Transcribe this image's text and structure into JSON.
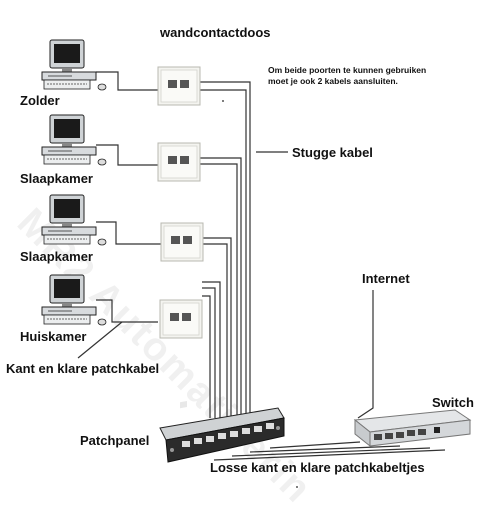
{
  "labels": {
    "wandcontactdoos": "wandcontactdoos",
    "note_line1": "Om beide poorten te kunnen gebruiken",
    "note_line2": "moet je ook 2 kabels aansluiten.",
    "zolder": "Zolder",
    "slaapkamer_1": "Slaapkamer",
    "slaapkamer_2": "Slaapkamer",
    "huiskamer": "Huiskamer",
    "stugge_kabel": "Stugge kabel",
    "internet": "Internet",
    "switch": "Switch",
    "patchpanel": "Patchpanel",
    "patchkabel": "Kant en klare patchkabel",
    "losse_kabels": "Losse kant en klare patchkabeltjes"
  },
  "watermark": "MR2 Automatiserin",
  "colors": {
    "cable": "#333333",
    "outlet": "#f4f4f0",
    "device": "#d9dde0"
  }
}
